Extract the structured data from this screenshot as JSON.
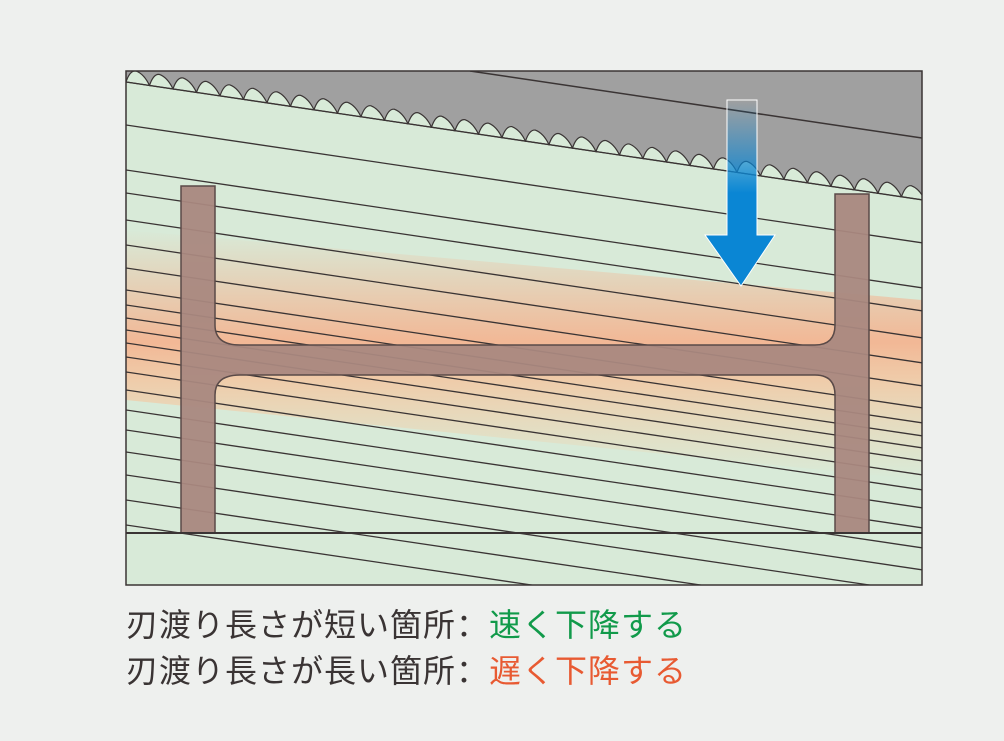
{
  "captions": [
    {
      "label": "刃渡り長さが短い箇所：",
      "result": "速く下降する",
      "result_color": "#119a4a"
    },
    {
      "label": "刃渡り長さが長い箇所：",
      "result": "遅く下降する",
      "result_color": "#e85a32"
    }
  ],
  "colors": {
    "background": "#d8ead8",
    "blade": "#a0a0a0",
    "beam": "#a98880",
    "arrow": "#0a86d4",
    "slow_zone": "#f5b28e"
  },
  "icons": {
    "arrow": "down-arrow-icon"
  }
}
